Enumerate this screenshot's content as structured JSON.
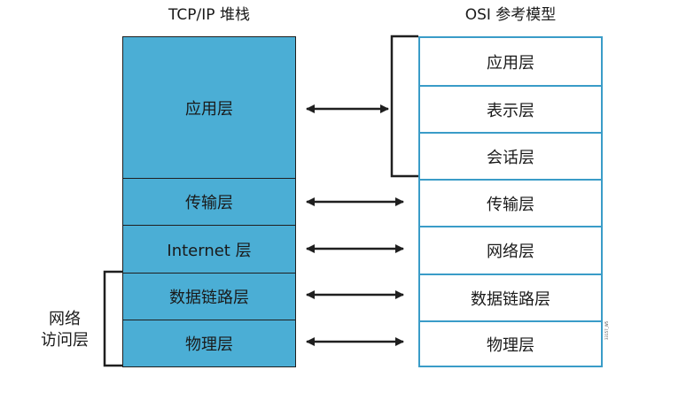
{
  "tcp_ip": {
    "title": "TCP/IP 堆栈",
    "layers": [
      "应用层",
      "传输层",
      "Internet 层",
      "数据链路层",
      "物理层"
    ]
  },
  "osi": {
    "title": "OSI 参考模型",
    "layers": [
      "应用层",
      "表示层",
      "会话层",
      "传输层",
      "网络层",
      "数据链路层",
      "物理层"
    ]
  },
  "network_access": {
    "line1": "网络",
    "line2": "访问层"
  },
  "watermark": "33157_W5",
  "colors": {
    "tcp_fill": "#4baed5",
    "osi_border": "#3a9cc8",
    "line": "#1f1f1f"
  }
}
